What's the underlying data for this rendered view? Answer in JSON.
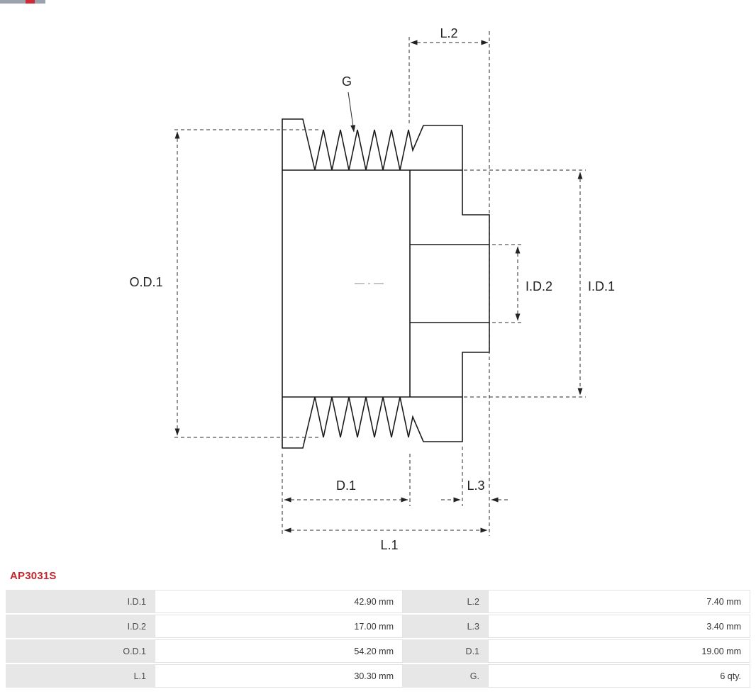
{
  "page": {
    "part_number": "AP3031S"
  },
  "colors": {
    "part_number_red": "#c3272e",
    "table_label_bg": "#e7e7e7",
    "drawing_stroke": "#1a1a1a"
  },
  "diagram": {
    "type": "pulley-cross-section-technical-drawing",
    "labels": {
      "l2": "L.2",
      "g": "G",
      "od1": "O.D.1",
      "id2": "I.D.2",
      "id1": "I.D.1",
      "d1": "D.1",
      "l3": "L.3",
      "l1": "L.1"
    }
  },
  "spec_table": {
    "rows": [
      {
        "label_left": "I.D.1",
        "value_left": "42.90 mm",
        "label_right": "L.2",
        "value_right": "7.40 mm"
      },
      {
        "label_left": "I.D.2",
        "value_left": "17.00 mm",
        "label_right": "L.3",
        "value_right": "3.40 mm"
      },
      {
        "label_left": "O.D.1",
        "value_left": "54.20 mm",
        "label_right": "D.1",
        "value_right": "19.00 mm"
      },
      {
        "label_left": "L.1",
        "value_left": "30.30 mm",
        "label_right": "G.",
        "value_right": "6 qty."
      }
    ]
  }
}
